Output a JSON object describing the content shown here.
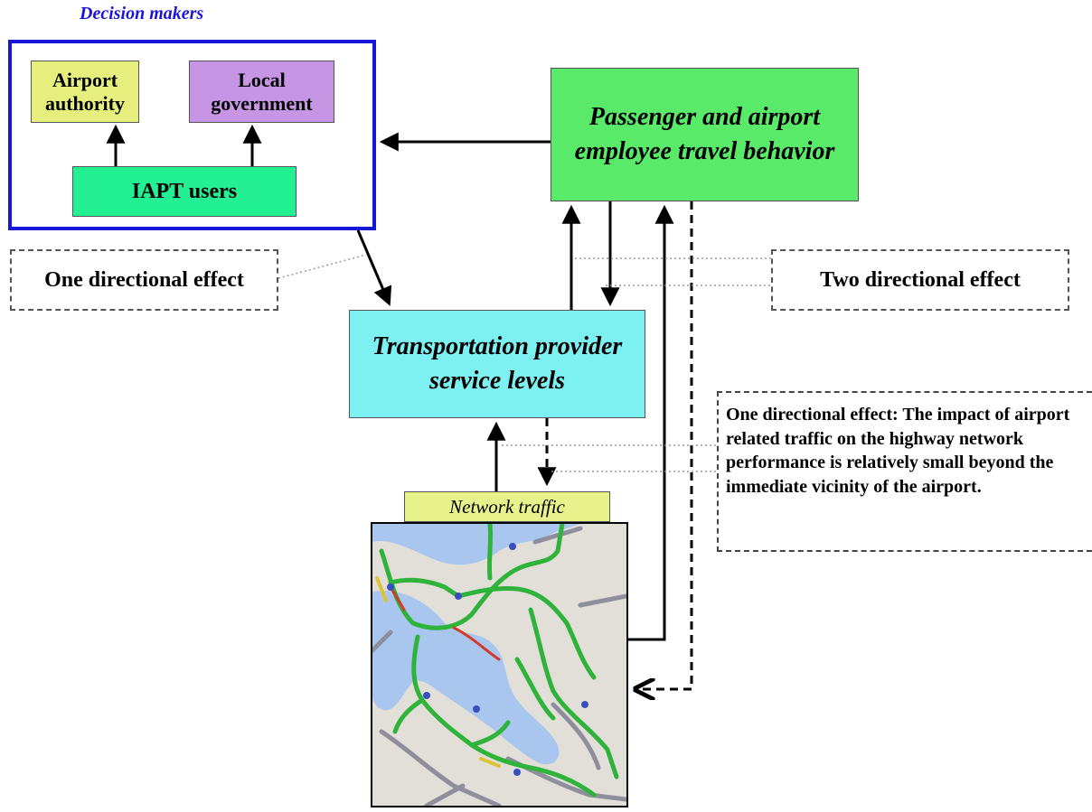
{
  "decision_makers": {
    "title": "Decision makers",
    "airport_authority": "Airport authority",
    "local_government": "Local government",
    "iapt_users": "IAPT users"
  },
  "nodes": {
    "passenger_behavior": "Passenger and airport employee travel behavior",
    "transport_service": "Transportation provider service levels",
    "network_traffic": "Network traffic"
  },
  "annotations": {
    "one_directional": "One directional effect",
    "two_directional": "Two directional effect",
    "one_directional_note": "One directional effect: The impact of airport related traffic on the highway network performance is relatively small beyond the immediate vicinity of the airport."
  },
  "colors": {
    "decision_border": "#1717d8",
    "airport_authority": "#e6ee7e",
    "local_government": "#c695e3",
    "iapt_users": "#22f092",
    "passenger_box": "#59ea6a",
    "transport_box": "#7df0f2",
    "network_label": "#e8f28c",
    "map_water": "#a9c6ee",
    "map_land": "#e2dfd9",
    "map_road_green": "#2fb33a"
  }
}
